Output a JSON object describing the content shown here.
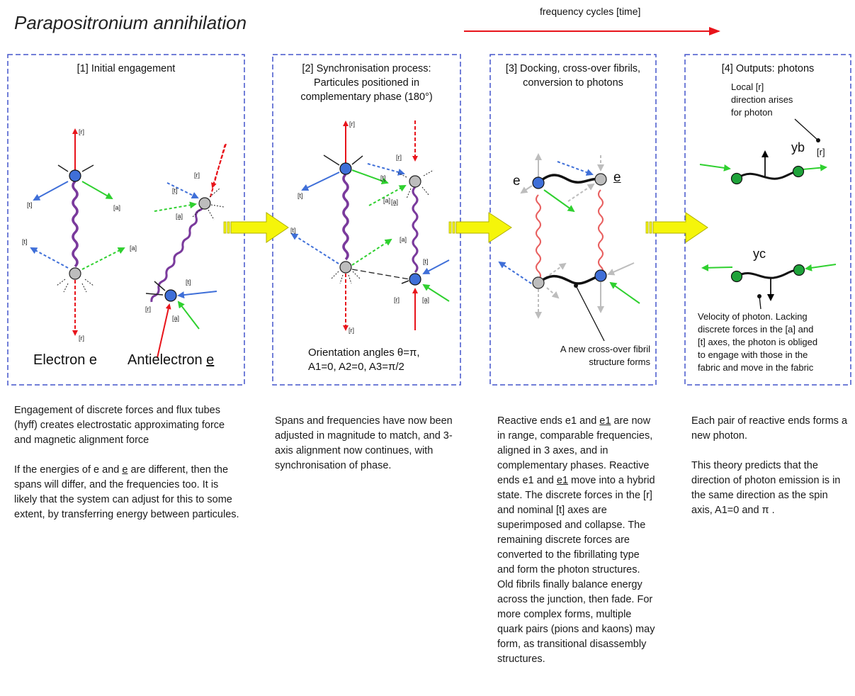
{
  "title": "Parapositronium annihilation",
  "timeline": {
    "label": "frequency cycles [time]"
  },
  "colors": {
    "box_border": "#4455cc",
    "red": "#e8141b",
    "blue": "#3f6fd8",
    "green": "#2fd02f",
    "purple": "#7a3a9c",
    "yellow": "#f5f50a"
  },
  "stage1": {
    "title": "[1] Initial engagement",
    "label_electron": "Electron e",
    "label_antielectron_prefix": "Antielectron ",
    "label_antielectron_e": "e",
    "axis_r": "[r]",
    "axis_t": "[t]",
    "axis_a": "[a]"
  },
  "stage2": {
    "title_line1": "[2] Synchronisation process:",
    "title_line2": "Particules positioned in",
    "title_line3": "complementary phase (180°)",
    "orientation_line1": "Orientation angles θ=π,",
    "orientation_line2": "A1=0, A2=0, A3=π/2"
  },
  "stage3": {
    "title_line1": "[3] Docking, cross-over fibrils,",
    "title_line2": "conversion to photons",
    "label_e": "e",
    "label_e_bar": "e",
    "note_line1": "A new cross-over fibril",
    "note_line2": "structure forms"
  },
  "stage4": {
    "title": "[4] Outputs: photons",
    "local_line1": "Local [r]",
    "local_line2": "direction arises",
    "local_line3": "for photon",
    "label_yb": "yb",
    "label_yc": "yc",
    "label_r": "[r]",
    "velocity_line1": "Velocity of photon. Lacking",
    "velocity_line2": "discrete forces  in the [a] and",
    "velocity_line3": "[t] axes, the photon is obliged",
    "velocity_line4": "to engage with those in the",
    "velocity_line5": "fabric and move in the fabric"
  },
  "descriptions": {
    "col1_p1": "Engagement of discrete forces and flux tubes (hyff) creates electrostatic approximating force and magnetic alignment force",
    "col1_p2_a": "If the energies of e and ",
    "col1_p2_u": "e",
    "col1_p2_b": " are different, then the spans will differ, and the frequencies too. It is likely that the system can adjust for this to some extent, by transferring energy between particules.",
    "col2_p1": "Spans and frequencies have now been adjusted in magnitude to match, and 3-axis alignment now continues, with synchronisation of phase.",
    "col3_a": "Reactive ends e1 and ",
    "col3_u1": "e1",
    "col3_b": " are now in range, comparable frequencies, aligned in 3 axes, and in complementary phases. Reactive ends e1 and ",
    "col3_u2": "e1",
    "col3_c": " move into a hybrid state. The discrete forces in the [r] and nominal [t] axes are superimposed and  collapse. The remaining discrete forces are converted to the fibrillating type and form the photon structures. Old fibrils finally balance energy across the junction, then fade. For more complex forms, multiple quark pairs (pions and kaons) may form, as transitional disassembly structures.",
    "col4_p1": "Each pair of reactive ends forms a new photon.",
    "col4_p2": "This theory predicts that the direction of photon emission is in the same direction as the spin axis, A1=0 and π ."
  }
}
